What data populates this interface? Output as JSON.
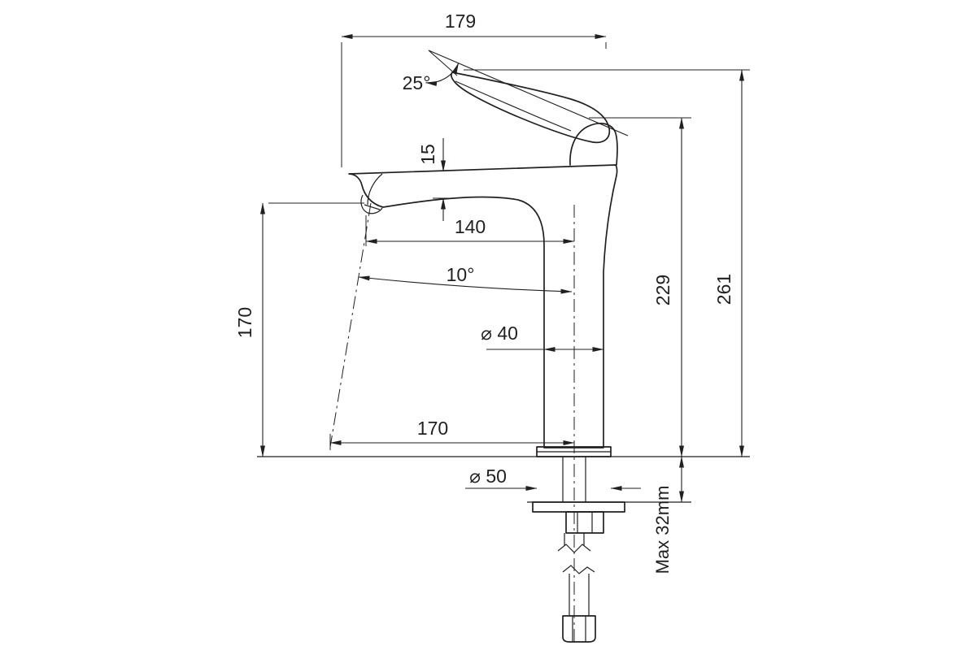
{
  "diagram": {
    "line_color": "#231f20",
    "background_color": "#ffffff",
    "dims": {
      "top_width": "179",
      "handle_angle": "25°",
      "spout_thickness": "15",
      "spout_reach": "140",
      "spout_tilt": "10°",
      "body_diameter": "⌀ 40",
      "outlet_height": "170",
      "outlet_reach": "170",
      "base_diameter": "⌀ 50",
      "spout_height": "229",
      "total_height": "261",
      "max_deck": "Max 32mm"
    }
  }
}
